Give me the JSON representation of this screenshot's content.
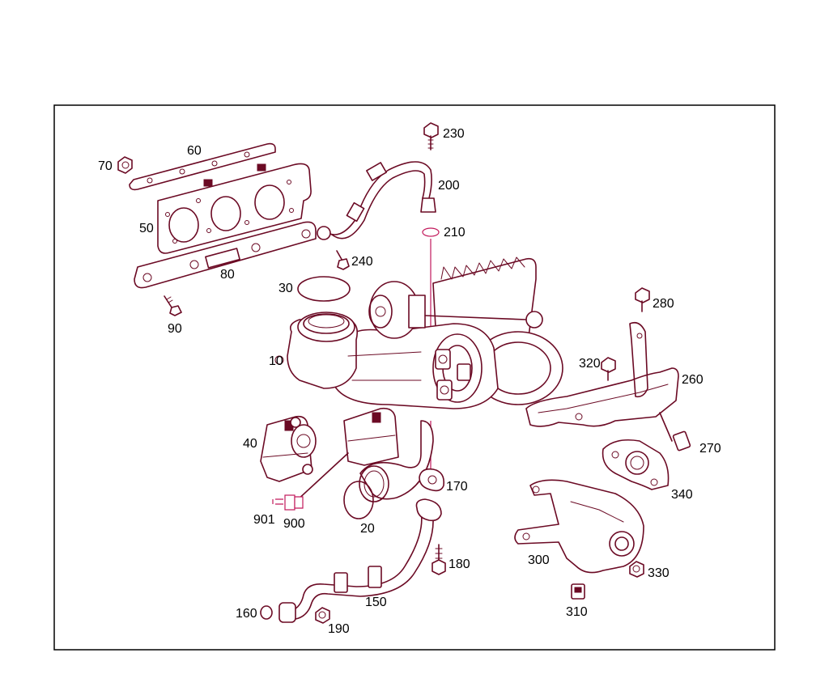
{
  "diagram": {
    "colors": {
      "outline": "#6b0a24",
      "highlight": "#c2185b",
      "label": "#000000",
      "background": "#ffffff"
    },
    "labels": {
      "p10": "10",
      "p20": "20",
      "p30": "30",
      "p40": "40",
      "p50": "50",
      "p60": "60",
      "p70": "70",
      "p80": "80",
      "p90": "90",
      "p150": "150",
      "p160": "160",
      "p170": "170",
      "p180": "180",
      "p190": "190",
      "p200": "200",
      "p210": "210",
      "p230": "230",
      "p240": "240",
      "p260": "260",
      "p270": "270",
      "p280": "280",
      "p300": "300",
      "p310": "310",
      "p320": "320",
      "p330": "330",
      "p340": "340",
      "p900": "900",
      "p901": "901"
    }
  }
}
